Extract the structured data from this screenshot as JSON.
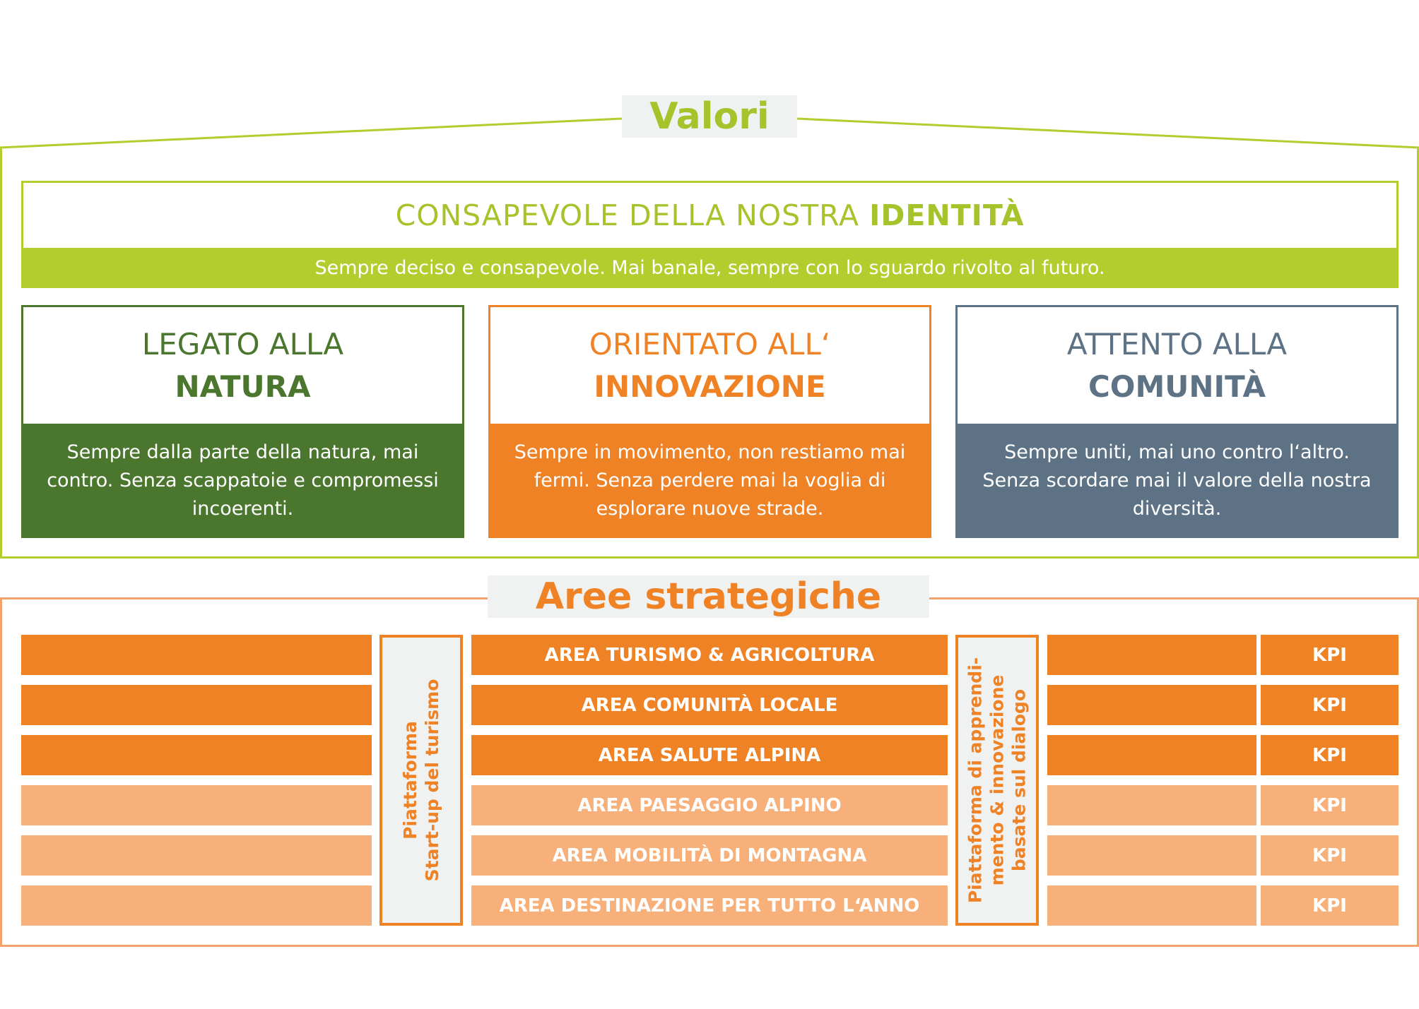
{
  "valori": {
    "title": "Valori",
    "identity": {
      "title_prefix": "CONSAPEVOLE DELLA NOSTRA ",
      "title_strong": "IDENTITÀ",
      "subtitle": "Sempre deciso e consapevole. Mai banale, sempre con lo sguardo rivolto al futuro."
    },
    "cards": [
      {
        "line1": "LEGATO ALLA",
        "line2": "NATURA",
        "body": "Sempre dalla parte della natura, mai contro. Senza scappatoie e compromessi incoerenti.",
        "color": "#4a762e"
      },
      {
        "line1": "ORIENTATO ALL‘",
        "line2": "INNOVAZIONE",
        "body": "Sempre in movimento, non restiamo mai fermi. Senza perdere mai la voglia di esplorare nuove strade.",
        "color": "#f08226"
      },
      {
        "line1": "ATTENTO ALLA",
        "line2": "COMUNITÀ",
        "body": "Sempre uniti, mai uno contro l‘altro. Senza scordare mai il valore della nostra diversità.",
        "color": "#5e7286"
      }
    ]
  },
  "aree": {
    "title": "Aree strategiche",
    "platform_left": {
      "line1": "Piattaforma",
      "line2": "Start-up del turismo"
    },
    "platform_right": {
      "line1": "Piattaforma di apprendi-",
      "line2": "mento & innovazione",
      "line3": "basate sul dialogo"
    },
    "areas": [
      "AREA TURISMO & AGRICOLTURA",
      "AREA COMUNITÀ LOCALE",
      "AREA SALUTE ALPINA",
      "AREA PAESAGGIO ALPINO",
      "AREA MOBILITÀ DI MONTAGNA",
      "AREA DESTINAZIONE PER TUTTO L‘ANNO"
    ],
    "kpi_label": "KPI"
  },
  "colors": {
    "green_light": "#b3cd2f",
    "green_dark": "#4a762e",
    "orange": "#f08226",
    "orange_light": "#f8b07a",
    "blue_grey": "#5e7286",
    "label_bg": "#f0f1f1"
  }
}
